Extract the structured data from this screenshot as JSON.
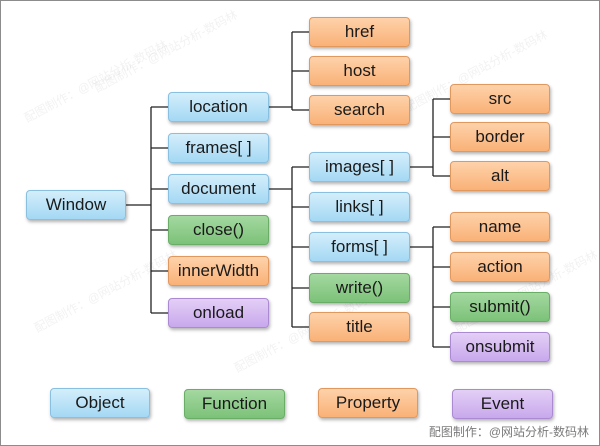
{
  "nodes": {
    "window": "Window",
    "location": "location",
    "frames": "frames[ ]",
    "document": "document",
    "close": "close()",
    "innerwidth": "innerWidth",
    "onload": "onload",
    "href": "href",
    "host": "host",
    "search": "search",
    "images": "images[ ]",
    "links": "links[ ]",
    "forms": "forms[ ]",
    "write": "write()",
    "title": "title",
    "src": "src",
    "border": "border",
    "alt": "alt",
    "name": "name",
    "action": "action",
    "submit": "submit()",
    "onsubmit": "onsubmit"
  },
  "legend": {
    "object": "Object",
    "function": "Function",
    "property": "Property",
    "event": "Event"
  },
  "colors": {
    "object": "#a9daf5",
    "function": "#80c47c",
    "property": "#fab57d",
    "event": "#cbaced",
    "line": "#222222"
  },
  "watermark": "配图制作：@网站分析-数码林",
  "caption": "配图制作：@网站分析-数码林"
}
